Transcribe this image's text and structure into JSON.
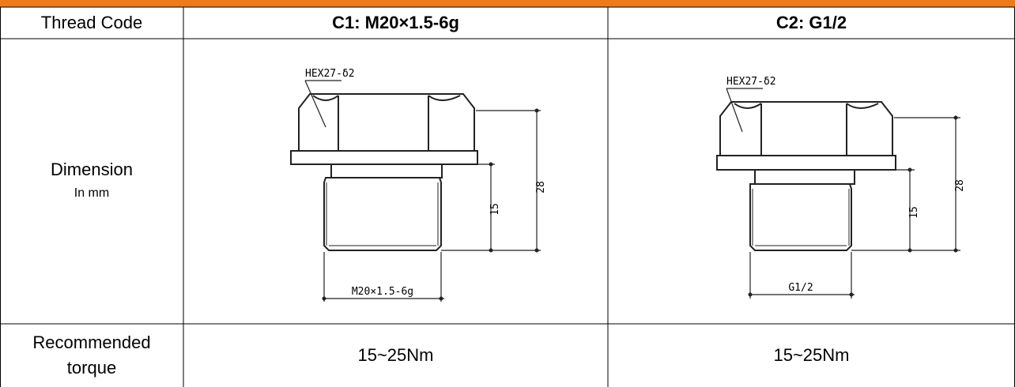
{
  "colors": {
    "header_bar": "#ef7a1a",
    "grid_line": "#000000"
  },
  "table": {
    "header": {
      "label": "Thread Code",
      "c1": "C1: M20×1.5-6g",
      "c2": "C2: G1/2"
    },
    "dimension_row": {
      "label": "Dimension",
      "unit": "In mm",
      "c1_drawing": {
        "hex_label": "HEX27-δ2",
        "dim_total": "28",
        "dim_thread": "15",
        "thread_label": "M20×1.5-6g"
      },
      "c2_drawing": {
        "hex_label": "HEX27-δ2",
        "dim_total": "28",
        "dim_thread": "15",
        "thread_label": "G1/2"
      }
    },
    "torque_row": {
      "label_line1": "Recommended",
      "label_line2": "torque",
      "c1": "15~25Nm",
      "c2": "15~25Nm"
    }
  }
}
